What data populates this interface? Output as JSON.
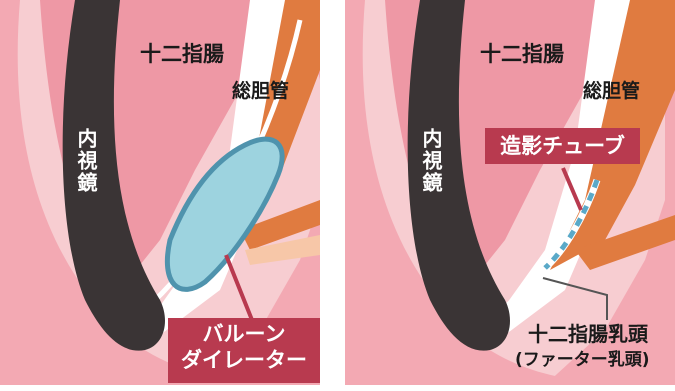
{
  "left_panel": {
    "duodenum_label": "十二指腸",
    "bile_duct_label": "総胆管",
    "endoscope_label": "内視鏡",
    "callout_line1": "バルーン",
    "callout_line2": "ダイレーター"
  },
  "right_panel": {
    "duodenum_label": "十二指腸",
    "bile_duct_label": "総胆管",
    "endoscope_label": "内視鏡",
    "callout": "造影チューブ",
    "papilla_label": "十二指腸乳頭",
    "papilla_sub": "(ファーター乳頭)"
  },
  "colors": {
    "tissue_light": "#f7cdd1",
    "tissue_mid": "#f3a9b3",
    "tissue_deep": "#ee98a5",
    "duct_orange": "#e07b40",
    "endoscope": "#3a3435",
    "balloon_fill": "#9dd3df",
    "balloon_stroke": "#4f93ad",
    "callout_bg": "#b83a4f"
  }
}
